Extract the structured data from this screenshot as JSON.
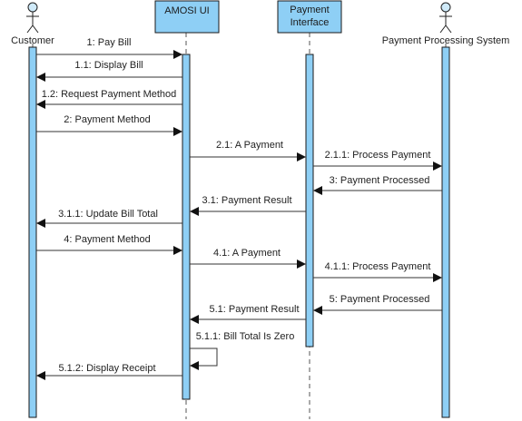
{
  "diagram": {
    "participants": [
      {
        "id": "customer",
        "name": "Customer",
        "kind": "actor"
      },
      {
        "id": "amosi",
        "name": "AMOSI UI",
        "kind": "boundary"
      },
      {
        "id": "payif",
        "name_lines": [
          "Payment",
          "Interface"
        ],
        "kind": "boundary"
      },
      {
        "id": "pps",
        "name": "Payment Processing System",
        "kind": "actor"
      }
    ],
    "messages": [
      {
        "label": "1: Pay Bill",
        "from": "customer",
        "to": "amosi"
      },
      {
        "label": "1.1: Display Bill",
        "from": "amosi",
        "to": "customer"
      },
      {
        "label": "1.2: Request Payment Method",
        "from": "amosi",
        "to": "customer"
      },
      {
        "label": "2: Payment Method",
        "from": "customer",
        "to": "amosi"
      },
      {
        "label": "2.1: A Payment",
        "from": "amosi",
        "to": "payif"
      },
      {
        "label": "2.1.1: Process Payment",
        "from": "payif",
        "to": "pps"
      },
      {
        "label": "3: Payment Processed",
        "from": "pps",
        "to": "payif"
      },
      {
        "label": "3.1: Payment Result",
        "from": "payif",
        "to": "amosi"
      },
      {
        "label": "3.1.1: Update Bill Total",
        "from": "amosi",
        "to": "customer"
      },
      {
        "label": "4: Payment Method",
        "from": "customer",
        "to": "amosi"
      },
      {
        "label": "4.1: A Payment",
        "from": "amosi",
        "to": "payif"
      },
      {
        "label": "4.1.1: Process Payment",
        "from": "payif",
        "to": "pps"
      },
      {
        "label": "5: Payment Processed",
        "from": "pps",
        "to": "payif"
      },
      {
        "label": "5.1: Payment Result",
        "from": "payif",
        "to": "amosi"
      },
      {
        "label": "5.1.1: Bill Total Is Zero",
        "from": "amosi",
        "to": "amosi"
      },
      {
        "label": "5.1.2: Display Receipt",
        "from": "amosi",
        "to": "customer"
      }
    ],
    "colors": {
      "activation_fill": "#8ecff5",
      "activation_stroke": "#1a1a1a",
      "header_fill": "#8ecff5",
      "actor_fill": "#cfeaf9",
      "line": "#333333"
    }
  }
}
